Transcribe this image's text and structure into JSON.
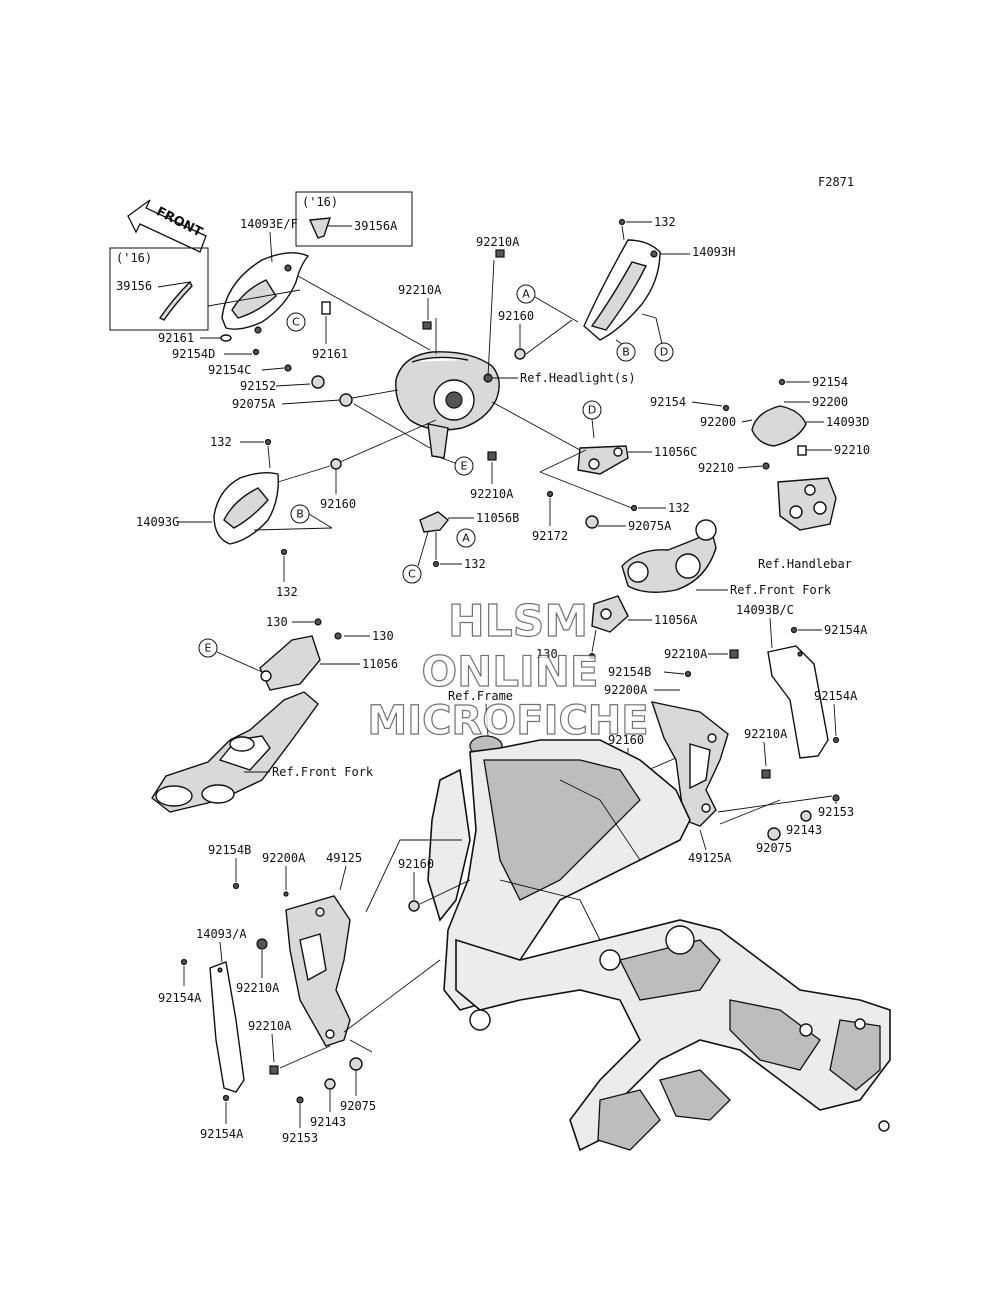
{
  "diagram_code": "F2871",
  "front_label": "FRONT",
  "year_note_1": "('16)",
  "year_note_2": "('16)",
  "parts": {
    "p14093EF": "14093E/F",
    "p39156A": "39156A",
    "p39156": "39156",
    "p92161a": "92161",
    "p92161b": "92161",
    "p92154D": "92154D",
    "p92154C": "92154C",
    "p92152": "92152",
    "p92075A_1": "92075A",
    "p92210A_1": "92210A",
    "p92210A_2": "92210A",
    "p92160_1": "92160",
    "p132_1": "132",
    "p14093H": "14093H",
    "p92154_1": "92154",
    "p92154_2": "92154",
    "p92200_1": "92200",
    "p92200_2": "92200",
    "p14093D": "14093D",
    "p92210_1": "92210",
    "p92210_2": "92210",
    "p11056C": "11056C",
    "p132_2": "132",
    "p92210A_3": "92210A",
    "p132_3": "132",
    "p14093G": "14093G",
    "p92160_2": "92160",
    "p132_4": "132",
    "p11056B": "11056B",
    "p132_5": "132",
    "p92172": "92172",
    "p92075A_2": "92075A",
    "p11056A": "11056A",
    "p130_1": "130",
    "p130_2": "130",
    "p11056": "11056",
    "p130_3": "130",
    "p14093BC": "14093B/C",
    "p92154A_1": "92154A",
    "p92210A_4": "92210A",
    "p92154B_1": "92154B",
    "p92200A_1": "92200A",
    "p92154A_2": "92154A",
    "p92160_3": "92160",
    "p92210A_5": "92210A",
    "p92153_1": "92153",
    "p92143_1": "92143",
    "p92075_1": "92075",
    "p49125A": "49125A",
    "p92154B_2": "92154B",
    "p92200A_2": "92200A",
    "p49125": "49125",
    "p92160_4": "92160",
    "p14093A": "14093/A",
    "p92154A_3": "92154A",
    "p92210A_6": "92210A",
    "p92210A_7": "92210A",
    "p92075_2": "92075",
    "p92143_2": "92143",
    "p92153_2": "92153",
    "p92154A_4": "92154A"
  },
  "refs": {
    "headlight": "Ref.Headlight(s)",
    "handlebar": "Ref.Handlebar",
    "front_fork_1": "Ref.Front Fork",
    "front_fork_2": "Ref.Front Fork",
    "frame": "Ref.Frame"
  },
  "callouts": {
    "A1": "A",
    "A2": "A",
    "B1": "B",
    "B2": "B",
    "C1": "C",
    "C2": "C",
    "D1": "D",
    "D2": "D",
    "E1": "E",
    "E2": "E"
  },
  "watermark": {
    "line1": "HLSM",
    "line2": "ONLINE",
    "line3": "MICROFICHE"
  }
}
